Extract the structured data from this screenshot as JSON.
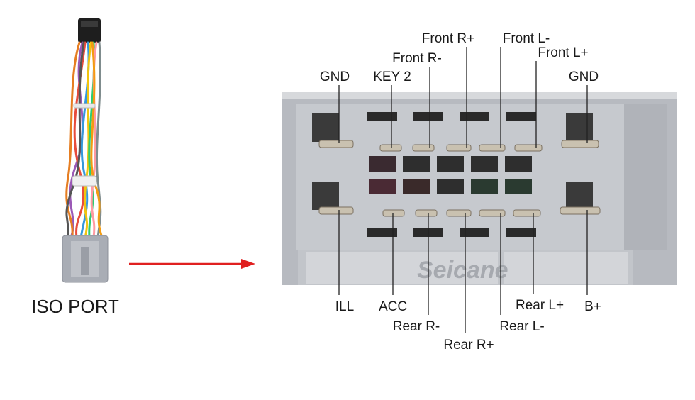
{
  "iso_label": "ISO PORT",
  "watermark": "Seicane",
  "pins_top": [
    "GND",
    "KEY 2",
    "Front R-",
    "Front R+",
    "Front L-",
    "Front L+",
    "GND"
  ],
  "pins_bottom": [
    "ILL",
    "ACC",
    "Rear R-",
    "Rear R+",
    "Rear L-",
    "Rear L+",
    "B+"
  ],
  "colors": {
    "arrow": "#e02020",
    "connector_body": "#b9bcc2",
    "connector_light": "#d4d6da",
    "slot": "#2a2a2a",
    "leader": "#222222"
  }
}
